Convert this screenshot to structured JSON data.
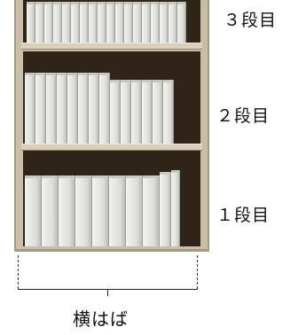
{
  "labels": {
    "tier_3": "３段目",
    "tier_2": "２段目",
    "tier_1": "１段目",
    "width": "横はば"
  },
  "colors": {
    "frame": "#c9bfa9",
    "interior": "#2e2418",
    "book": "#e6e6e2"
  }
}
